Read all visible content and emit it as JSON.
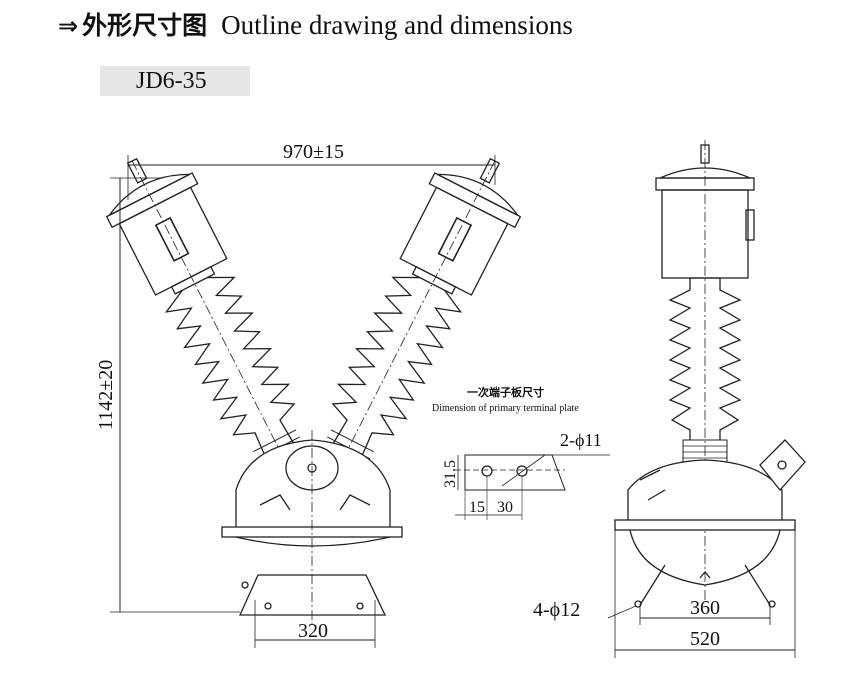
{
  "header": {
    "arrow": "⇒",
    "title_cn": "外形尺寸图",
    "title_en": "Outline drawing and dimensions",
    "model": "JD6-35"
  },
  "front_view": {
    "width_dim": "970±15",
    "height_dim": "1142±20",
    "base_dim": "320"
  },
  "terminal_plate": {
    "title_cn": "一次端子板尺寸",
    "title_en": "Dimension of primary terminal plate",
    "holes": "2-ϕ11",
    "height": "31.5",
    "offset": "15",
    "spacing": "30"
  },
  "side_view": {
    "mount_holes": "4-ϕ12",
    "inner_dim": "360",
    "outer_dim": "520"
  }
}
